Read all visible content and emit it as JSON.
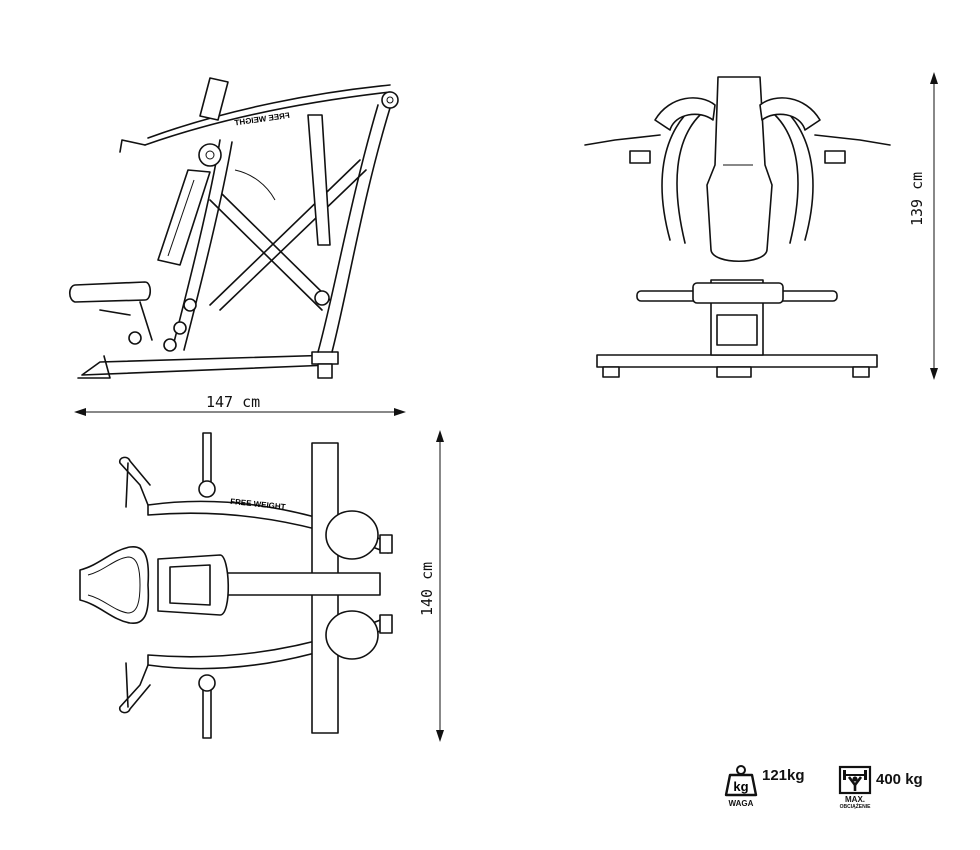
{
  "dimensions": {
    "length": "147 cm",
    "height": "139 cm",
    "width": "140 cm"
  },
  "branding": {
    "side_view_text": "FREE WEIGHT",
    "top_view_text": "FREE WEIGHT"
  },
  "specs": {
    "weight_value": "121kg",
    "weight_icon_text": "kg",
    "weight_label": "WAGA",
    "max_load_value": "400 kg",
    "max_load_label": "MAX.",
    "max_load_sublabel": "OBCIĄŻENIE"
  }
}
